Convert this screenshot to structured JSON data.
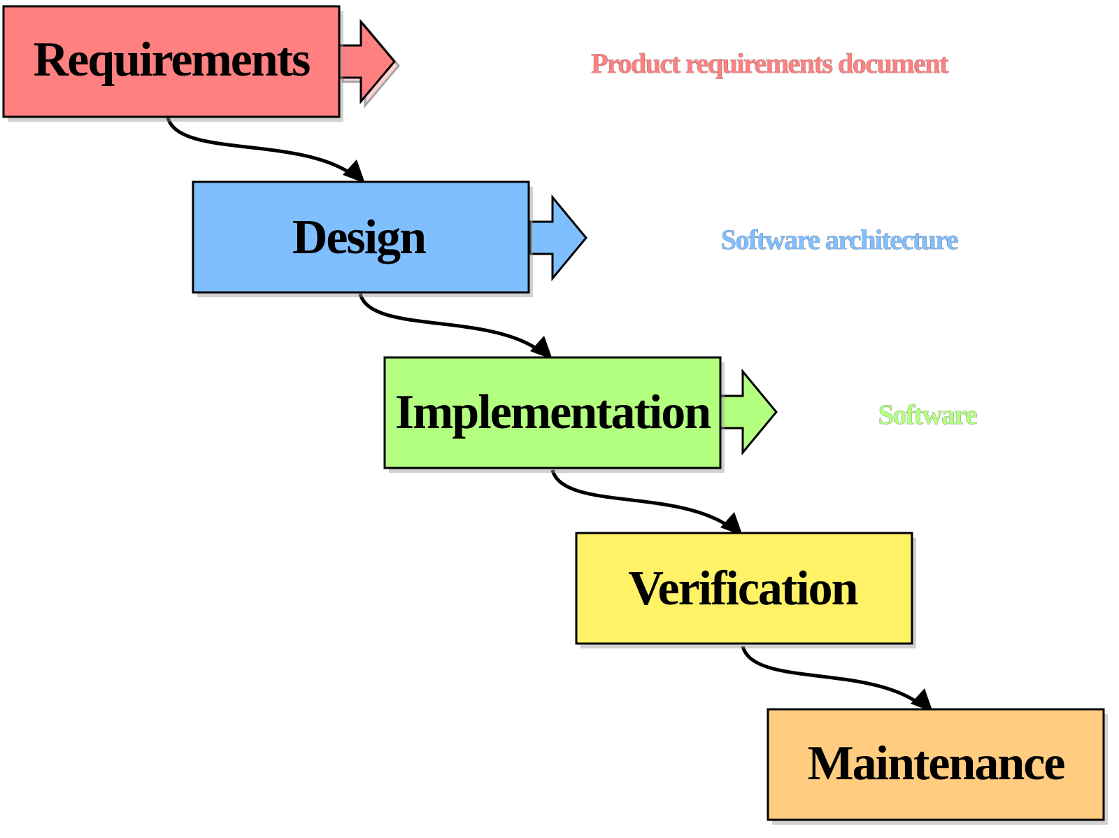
{
  "stages": [
    {
      "name": "Requirements",
      "color": "#FF8080",
      "output": "Product requirements document"
    },
    {
      "name": "Design",
      "color": "#80BFFF",
      "output": "Software architecture"
    },
    {
      "name": "Implementation",
      "color": "#B3FF80",
      "output": "Software"
    },
    {
      "name": "Verification",
      "color": "#FFF266",
      "output": ""
    },
    {
      "name": "Maintenance",
      "color": "#FFCC80",
      "output": ""
    }
  ]
}
